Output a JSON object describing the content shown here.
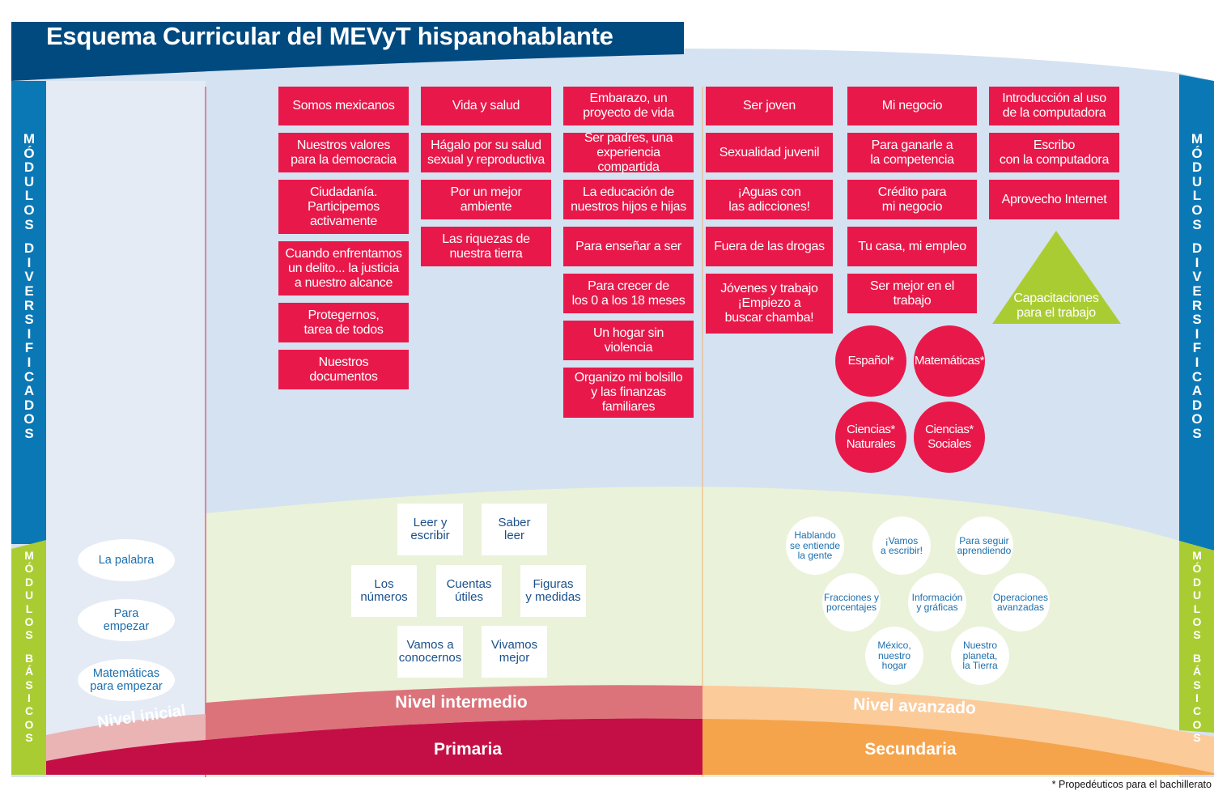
{
  "title": "Esquema Curricular del MEVyT hispanohablante",
  "colors": {
    "title_bar": "#004a80",
    "diversificados_bar": "#0b78b6",
    "basicos_bar": "#aacc33",
    "module_red": "#e8194a",
    "primaria": "#c40f46",
    "nivel_intermedio": "#dc737a",
    "nivel_inicial": "#eab4b5",
    "secundaria": "#f6a44c",
    "nivel_avanzado": "#fccb9a",
    "upper_bg": "#d5e2f1",
    "lower_bg": "#eaf2d9",
    "basic_text": "#1b6fae",
    "capacitaciones": "#aacc33"
  },
  "side_labels": {
    "diversificados": [
      "MÓDULOS",
      "DIVERSIFICADOS"
    ],
    "basicos": [
      "MÓDULOS",
      "BÁSICOS"
    ]
  },
  "diversified_modules": {
    "column_1": [
      "Somos mexicanos",
      "Nuestros valores\npara la democracia",
      "Ciudadanía.\nParticipemos\nactivamente",
      "Cuando enfrentamos\nun delito... la justicia\na nuestro alcance",
      "Protegernos,\ntarea de todos",
      "Nuestros\ndocumentos"
    ],
    "column_2": [
      "Vida y salud",
      "Hágalo por su salud\nsexual y reproductiva",
      "Por un mejor\nambiente",
      "Las riquezas de\nnuestra tierra"
    ],
    "column_3": [
      "Embarazo, un\nproyecto de vida",
      "Ser padres, una\nexperiencia compartida",
      "La educación de\nnuestros hijos e hijas",
      "Para enseñar a ser",
      "Para crecer de\nlos 0 a los 18 meses",
      "Un hogar sin\nviolencia",
      "Organizo mi bolsillo\ny las finanzas\nfamiliares"
    ],
    "column_4": [
      "Ser joven",
      "Sexualidad juvenil",
      "¡Aguas con\nlas adicciones!",
      "Fuera de las drogas",
      "Jóvenes y trabajo\n¡Empiezo a\nbuscar chamba!"
    ],
    "column_5": [
      "Mi negocio",
      "Para ganarle a\nla competencia",
      "Crédito para\nmi negocio",
      "Tu casa, mi empleo",
      "Ser mejor en el trabajo"
    ],
    "column_6": [
      "Introducción al uso\nde la computadora",
      "Escribo\ncon la computadora",
      "Aprovecho Internet"
    ]
  },
  "propedeutic_modules": [
    "Español*",
    "Matemáticas*",
    "Ciencias*\nNaturales",
    "Ciencias*\nSociales"
  ],
  "capacitaciones": "Capacitaciones\npara el trabajo",
  "basic_initial": [
    "La palabra",
    "Para\nempezar",
    "Matemáticas\npara empezar"
  ],
  "basic_intermediate": [
    "Leer y\nescribir",
    "Saber\nleer",
    "Los\nnúmeros",
    "Cuentas\nútiles",
    "Figuras\ny medidas",
    "Vamos a\nconocernos",
    "Vivamos\nmejor"
  ],
  "basic_advanced": [
    "Hablando\nse entiende\nla gente",
    "¡Vamos\na escribir!",
    "Para seguir\naprendiendo",
    "Fracciones y\nporcentajes",
    "Información\ny gráficas",
    "Operaciones\navanzadas",
    "México,\nnuestro\nhogar",
    "Nuestro\nplaneta,\nla Tierra"
  ],
  "levels": {
    "inicial": "Nivel inicial",
    "intermedio": "Nivel intermedio",
    "avanzado": "Nivel avanzado"
  },
  "stages": {
    "primaria": "Primaria",
    "secundaria": "Secundaria"
  },
  "footnote": "* Propedéuticos para el bachillerato"
}
